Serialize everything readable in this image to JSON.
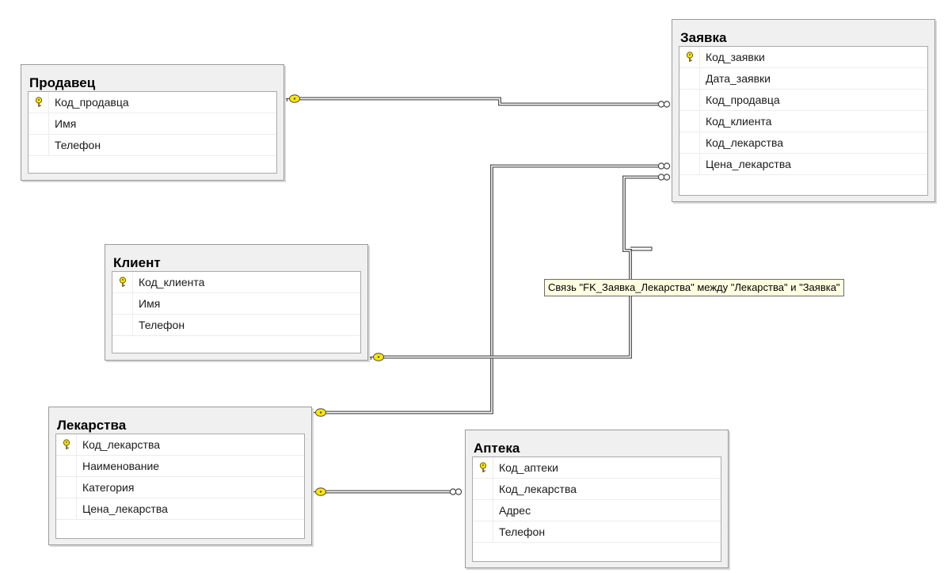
{
  "tables": {
    "seller": {
      "title": "Продавец",
      "columns": [
        "Код_продавца",
        "Имя",
        "Телефон"
      ]
    },
    "order": {
      "title": "Заявка",
      "columns": [
        "Код_заявки",
        "Дата_заявки",
        "Код_продавца",
        "Код_клиента",
        "Код_лекарства",
        "Цена_лекарства"
      ]
    },
    "client": {
      "title": "Клиент",
      "columns": [
        "Код_клиента",
        "Имя",
        "Телефон"
      ]
    },
    "medicine": {
      "title": "Лекарства",
      "columns": [
        "Код_лекарства",
        "Наименование",
        "Категория",
        "Цена_лекарства"
      ]
    },
    "pharmacy": {
      "title": "Аптека",
      "columns": [
        "Код_аптеки",
        "Код_лекарства",
        "Адрес",
        "Телефон"
      ]
    }
  },
  "primary_key_icon": "key-icon",
  "relationship_tooltip": "Связь \"FK_Заявка_Лекарства\" между \"Лекарства\" и \"Заявка\"",
  "colors": {
    "key": "#ffe600",
    "line": "#555555",
    "tooltip_bg": "#ffffe1"
  }
}
